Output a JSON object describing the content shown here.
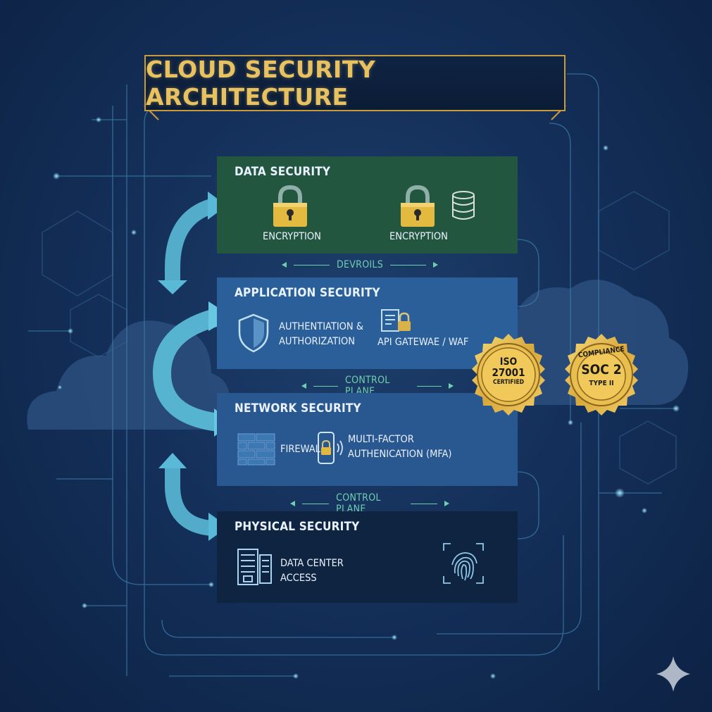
{
  "title": "CLOUD SECURITY ARCHITECTURE",
  "layers": {
    "data": {
      "title": "DATA SECURITY",
      "items": [
        "ENCRYPTION",
        "ENCRYPTION"
      ]
    },
    "application": {
      "title": "APPLICATION SECURITY",
      "items": [
        {
          "line1": "AUTHENTIATION &",
          "line2": "AUTHORIZATION"
        },
        {
          "line1": "API GATEWAE / WAF"
        }
      ]
    },
    "network": {
      "title": "NETWORK SECURITY",
      "items": [
        {
          "line1": "FIREWAL"
        },
        {
          "line1": "MULTI-FACTOR",
          "line2": "AUTHENICATION (MFA)"
        }
      ]
    },
    "physical": {
      "title": "PHYSICAL SECURITY",
      "items": [
        {
          "line1": "DATA CENTER",
          "line2": "ACCESS"
        }
      ]
    }
  },
  "connectors": [
    "DEVROILS",
    "CONTROL PLANE",
    "CONTROL PLANE"
  ],
  "badges": {
    "iso": {
      "line1": "ISO",
      "line2": "27001",
      "line3": "CERTIFIED"
    },
    "soc": {
      "top": "COMPLIANCE",
      "line1": "SOC 2",
      "line2": "TYPE II"
    }
  },
  "colors": {
    "background": "#14305a",
    "gold": "#e8c261",
    "data_layer": "#23563f",
    "application_layer": "#2a5f9a",
    "network_layer": "#295790",
    "physical_layer": "#0f2440",
    "arrow": "#5ab9d6",
    "connector": "#6fcfb0"
  },
  "icons": [
    "padlock-icon",
    "database-icon",
    "shield-icon",
    "document-lock-icon",
    "firewall-icon",
    "phone-lock-icon",
    "server-icon",
    "fingerprint-icon",
    "sparkle-icon"
  ]
}
